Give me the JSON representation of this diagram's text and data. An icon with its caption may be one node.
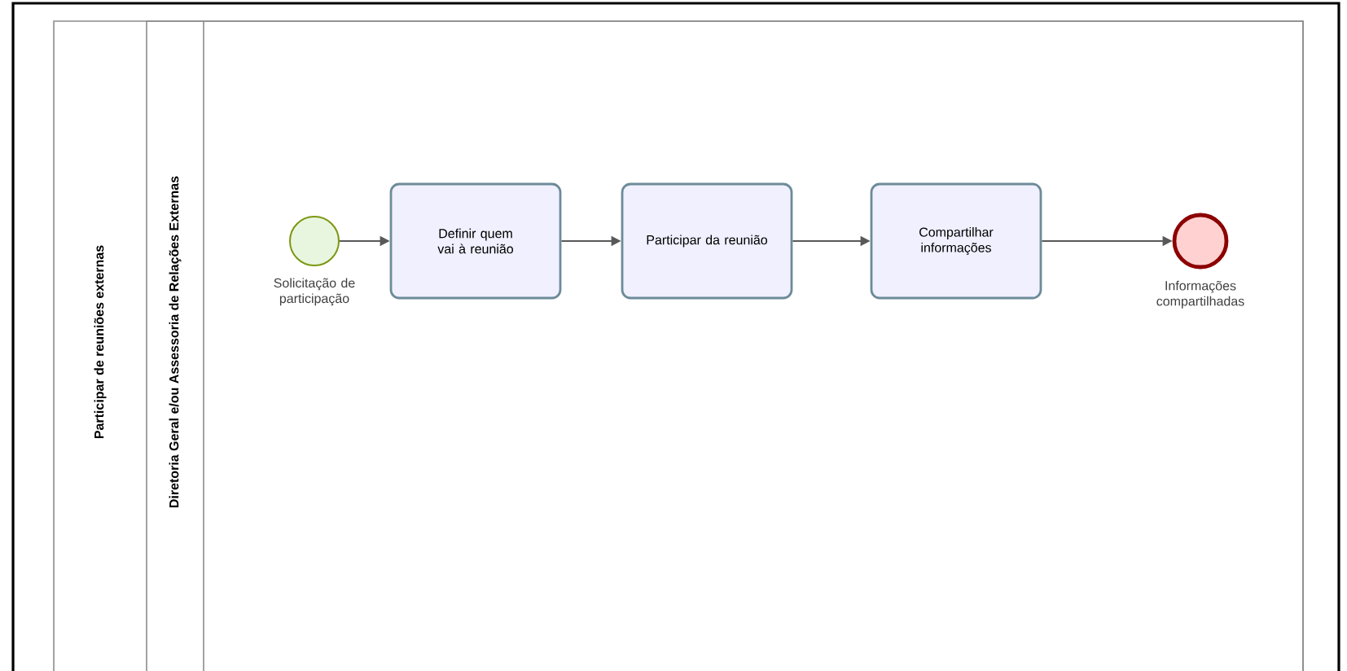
{
  "diagram": {
    "nodes": [
      {
        "text": [
          "Participar de reuniões externas"
        ]
      },
      {
        "text": [
          "Diretoria Geral e/ou Assessoria de Relações Externas"
        ],
        "in": 0
      },
      {
        "text": [],
        "shape": "circle",
        "beside": [
          "Solicitação de participação"
        ],
        "in": 1
      },
      {
        "text": [
          "Definir quem vai à reunião"
        ],
        "in": 1
      },
      {
        "text": [
          "Participar da reunião"
        ],
        "in": 1
      },
      {
        "text": [
          "Compartilhar informações"
        ],
        "in": 1
      },
      {
        "text": [],
        "shape": "circle",
        "beside": [
          "Informações compartilhadas"
        ],
        "in": 1
      }
    ],
    "edges": [
      {
        "from": 2,
        "to": 3,
        "arrow": "to"
      },
      {
        "from": 3,
        "to": 4,
        "arrow": "to"
      },
      {
        "from": 4,
        "to": 5,
        "arrow": "to"
      },
      {
        "from": 5,
        "to": 6,
        "arrow": "to"
      }
    ]
  }
}
